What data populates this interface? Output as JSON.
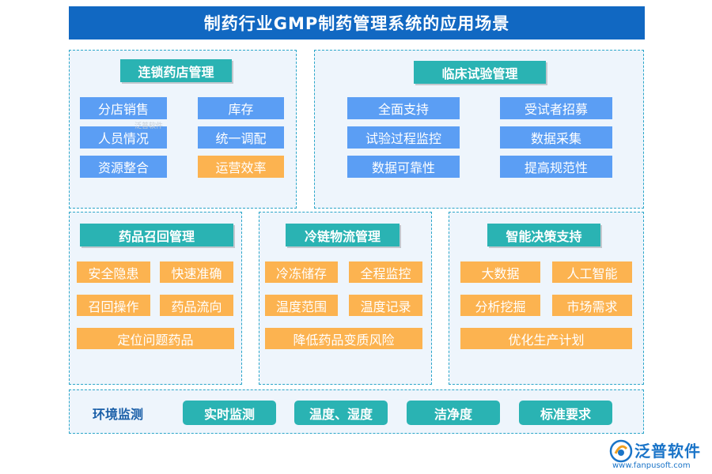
{
  "title": "制药行业GMP制药管理系统的应用场景",
  "chain": {
    "title": "连锁药店管理",
    "items": [
      "分店销售",
      "库存",
      "人员情况",
      "统一调配",
      "资源整合",
      "运营效率"
    ]
  },
  "clinical": {
    "title": "临床试验管理",
    "items": [
      "全面支持",
      "受试者招募",
      "试验过程监控",
      "数据采集",
      "数据可靠性",
      "提高规范性"
    ]
  },
  "recall": {
    "title": "药品召回管理",
    "items": [
      "安全隐患",
      "快速准确",
      "召回操作",
      "药品流向",
      "定位问题药品"
    ]
  },
  "coldchain": {
    "title": "冷链物流管理",
    "items": [
      "冷冻储存",
      "全程监控",
      "温度范围",
      "温度记录",
      "降低药品变质风险"
    ]
  },
  "decision": {
    "title": "智能决策支持",
    "items": [
      "大数据",
      "人工智能",
      "分析挖掘",
      "市场需求",
      "优化生产计划"
    ]
  },
  "environment": {
    "label": "环境监测",
    "items": [
      "实时监测",
      "温度、湿度",
      "洁净度",
      "标准要求"
    ]
  },
  "watermark": "泛普软件",
  "logo": {
    "name": "泛普软件",
    "url": "www.fanpusoft.com"
  },
  "colors": {
    "title_bar": "#1168c2",
    "teal": "#2ab3b3",
    "blue": "#5b9ef4",
    "orange": "#fcb350",
    "panel_border": "#2ba6c9",
    "panel_bg": "#eef5fc"
  }
}
